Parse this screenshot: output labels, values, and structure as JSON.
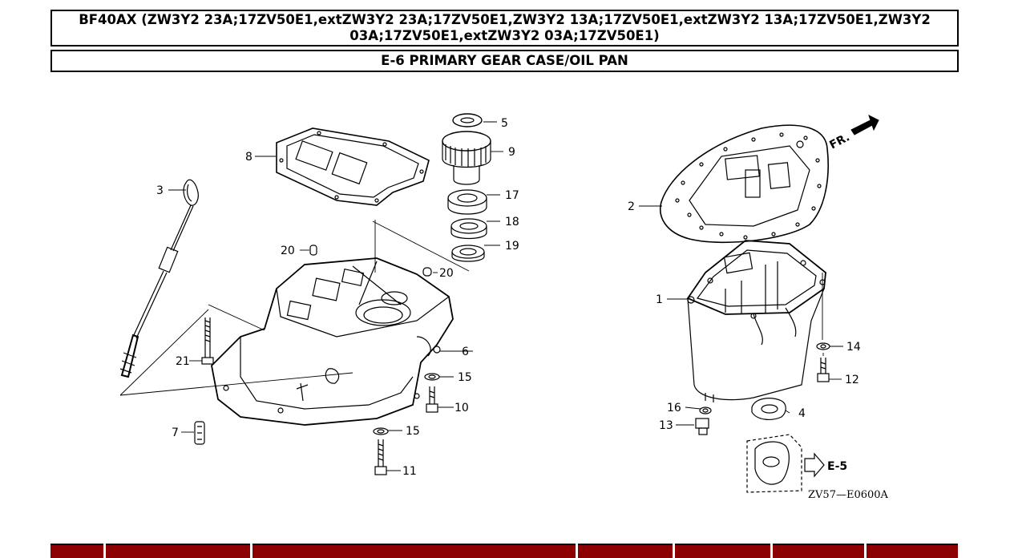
{
  "header": {
    "title": "BF40AX (ZW3Y2 23A;17ZV50E1,extZW3Y2 23A;17ZV50E1,ZW3Y2 13A;17ZV50E1,extZW3Y2 13A;17ZV50E1,ZW3Y2 03A;17ZV50E1,extZW3Y2 03A;17ZV50E1)",
    "section": "E-6 PRIMARY GEAR CASE/OIL PAN"
  },
  "diagram": {
    "callouts": {
      "c1": "1",
      "c2": "2",
      "c3": "3",
      "c4": "4",
      "c5": "5",
      "c6": "6",
      "c7": "7",
      "c8": "8",
      "c9": "9",
      "c10": "10",
      "c11": "11",
      "c12": "12",
      "c13": "13",
      "c14": "14",
      "c15a": "15",
      "c15b": "15",
      "c16": "16",
      "c17": "17",
      "c18": "18",
      "c19": "19",
      "c20a": "20",
      "c20b": "20",
      "c21": "21"
    },
    "front_label": "FR.",
    "ref_label": "E-5",
    "diagram_code": "ZV57—E0600A"
  },
  "colors": {
    "table_header": "#8b0000",
    "line": "#000000"
  }
}
